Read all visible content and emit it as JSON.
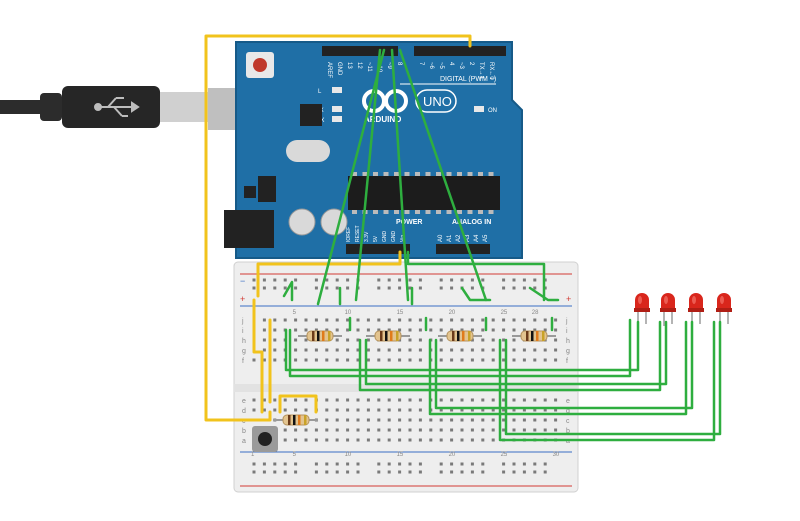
{
  "colors": {
    "board": "#1f6fa6",
    "board_edge": "#165a88",
    "wire_green": "#2eae3f",
    "wire_yellow": "#f1c31c",
    "led_red": "#d9261c",
    "breadboard": "#eeeeee",
    "rail_red": "#d23b34",
    "rail_blue": "#3b6fc4",
    "usb_body": "#2c2c2c",
    "usb_plug": "#d0d0d0"
  },
  "icons": {
    "arduino_logo": "infinity-logo-icon",
    "usb": "usb-symbol-icon",
    "reset": "reset-button-icon"
  },
  "board": {
    "top_pins": [
      "AREF",
      "GND",
      "13",
      "12",
      "~11",
      "~10",
      "~9",
      "8",
      "7",
      "~6",
      "~5",
      "4",
      "~3",
      "2",
      "TX→1",
      "RX←0"
    ],
    "digital_label": "DIGITAL (PWM ~)",
    "brand": "ARDUINO",
    "model": "UNO",
    "led_l": "L",
    "led_tx": "TX",
    "led_rx": "RX",
    "led_on": "ON",
    "power_label": "POWER",
    "analog_label": "ANALOG IN",
    "power_pins": [
      "IOREF",
      "RESET",
      "3.3V",
      "5V",
      "GND",
      "GND",
      "Vin"
    ],
    "analog_pins": [
      "A0",
      "A1",
      "A2",
      "A3",
      "A4",
      "A5"
    ]
  },
  "breadboard": {
    "rail_plus": "+",
    "rail_minus": "−",
    "rows_top": [
      "j",
      "i",
      "h",
      "g",
      "f"
    ],
    "rows_bottom": [
      "e",
      "d",
      "c",
      "b",
      "a"
    ],
    "column_numbers": [
      "1",
      "5",
      "10",
      "15",
      "20",
      "25",
      "30"
    ],
    "column_numbers_top": [
      "5",
      "10",
      "15",
      "20",
      "25",
      "28"
    ]
  },
  "components": {
    "resistor_count": 5,
    "led_count": 4,
    "pushbutton_count": 1
  }
}
